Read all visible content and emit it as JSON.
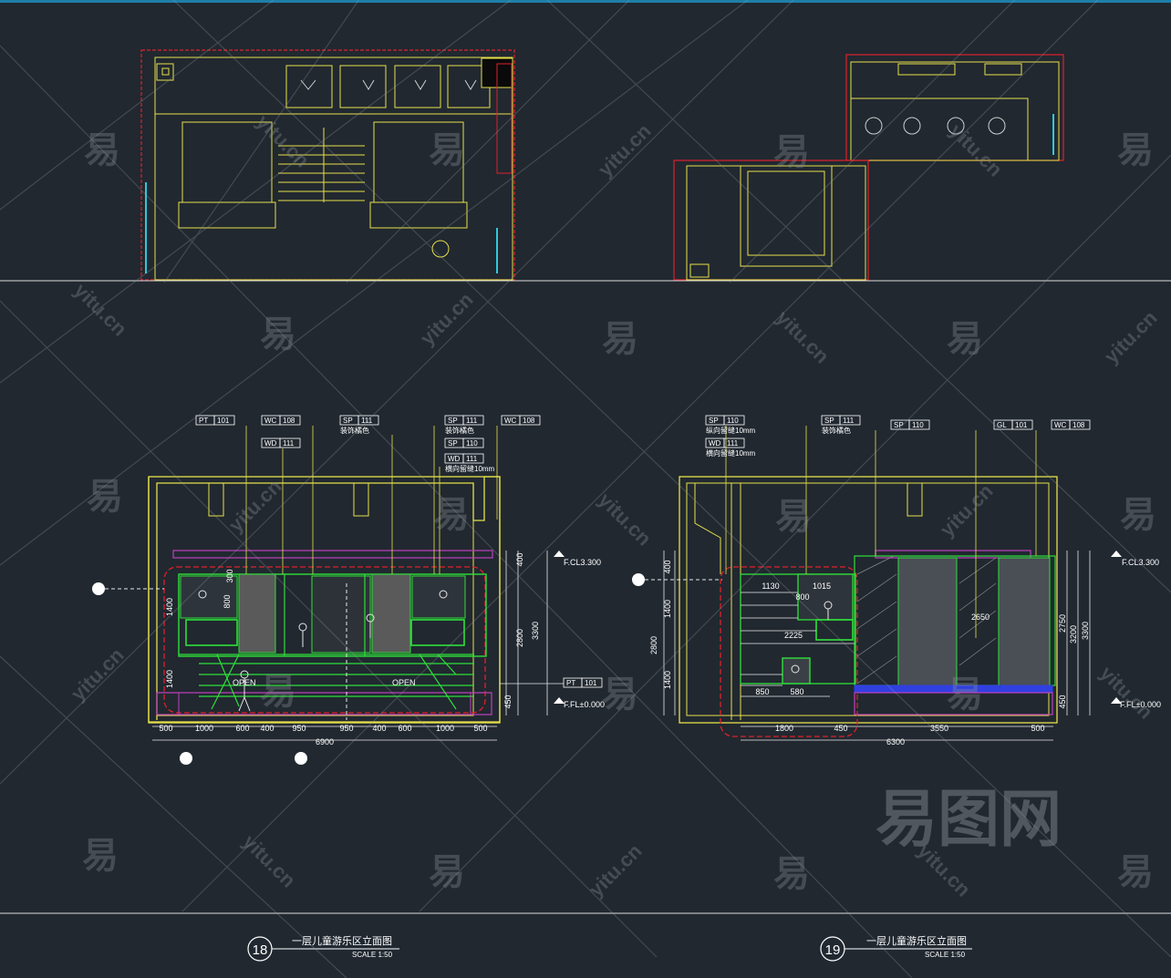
{
  "drawing_18": {
    "number": "18",
    "title": "一层儿童游乐区立面图",
    "scale": "SCALE 1:50",
    "tags": [
      {
        "code": "PT",
        "num": "101",
        "note": ""
      },
      {
        "code": "WC",
        "num": "108",
        "note": ""
      },
      {
        "code": "WD",
        "num": "111",
        "note": ""
      },
      {
        "code": "SP",
        "num": "111",
        "note": "装饰橘色"
      },
      {
        "code": "SP",
        "num": "111",
        "note": "装饰橘色"
      },
      {
        "code": "WC",
        "num": "108",
        "note": ""
      },
      {
        "code": "SP",
        "num": "110",
        "note": ""
      },
      {
        "code": "WD",
        "num": "111",
        "note": "横向留缝10mm"
      },
      {
        "code": "PT",
        "num": "101",
        "note": ""
      }
    ],
    "bottom_dims": [
      "500",
      "1000",
      "600",
      "400",
      "950",
      "950",
      "400",
      "600",
      "1000",
      "500"
    ],
    "overall_dim": "6900",
    "right_dims": [
      "400",
      "2800",
      "3300",
      "450"
    ],
    "level_ceiling": "F.CL3.300",
    "level_floor": "F.FL±0.000",
    "open_labels": [
      "OPEN",
      "OPEN"
    ],
    "inner_dims": [
      "300",
      "800",
      "1400",
      "1400"
    ]
  },
  "drawing_19": {
    "number": "19",
    "title": "一层儿童游乐区立面图",
    "scale": "SCALE 1:50",
    "tags": [
      {
        "code": "SP",
        "num": "110",
        "note": "纵向留缝10mm"
      },
      {
        "code": "WD",
        "num": "111",
        "note": "横向留缝10mm"
      },
      {
        "code": "SP",
        "num": "111",
        "note": "装饰橘色"
      },
      {
        "code": "SP",
        "num": "110",
        "note": ""
      },
      {
        "code": "GL",
        "num": "101",
        "note": ""
      },
      {
        "code": "WC",
        "num": "108",
        "note": ""
      }
    ],
    "bottom_dims": [
      "1800",
      "450",
      "3550",
      "500"
    ],
    "overall_dim": "6300",
    "left_dims": [
      "400",
      "1400",
      "2800",
      "1400"
    ],
    "right_dims": [
      "2750",
      "3200",
      "3300",
      "450"
    ],
    "level_ceiling": "F.CL3.300",
    "level_floor": "F.FL±0.000",
    "inner_dims": [
      "1130",
      "800",
      "1015",
      "2225",
      "850",
      "580",
      "2650"
    ]
  },
  "watermarks": {
    "char": "易",
    "url": "yitu.cn",
    "brand": "易图网"
  },
  "colors": {
    "background": "#212830",
    "outline_yellow": "#e6e04a",
    "boundary_red": "#e0202a",
    "green": "#2ee03a",
    "magenta": "#c040c0",
    "blue": "#3040e0",
    "cyan": "#30c8d8",
    "olive": "#9a9a3a"
  }
}
